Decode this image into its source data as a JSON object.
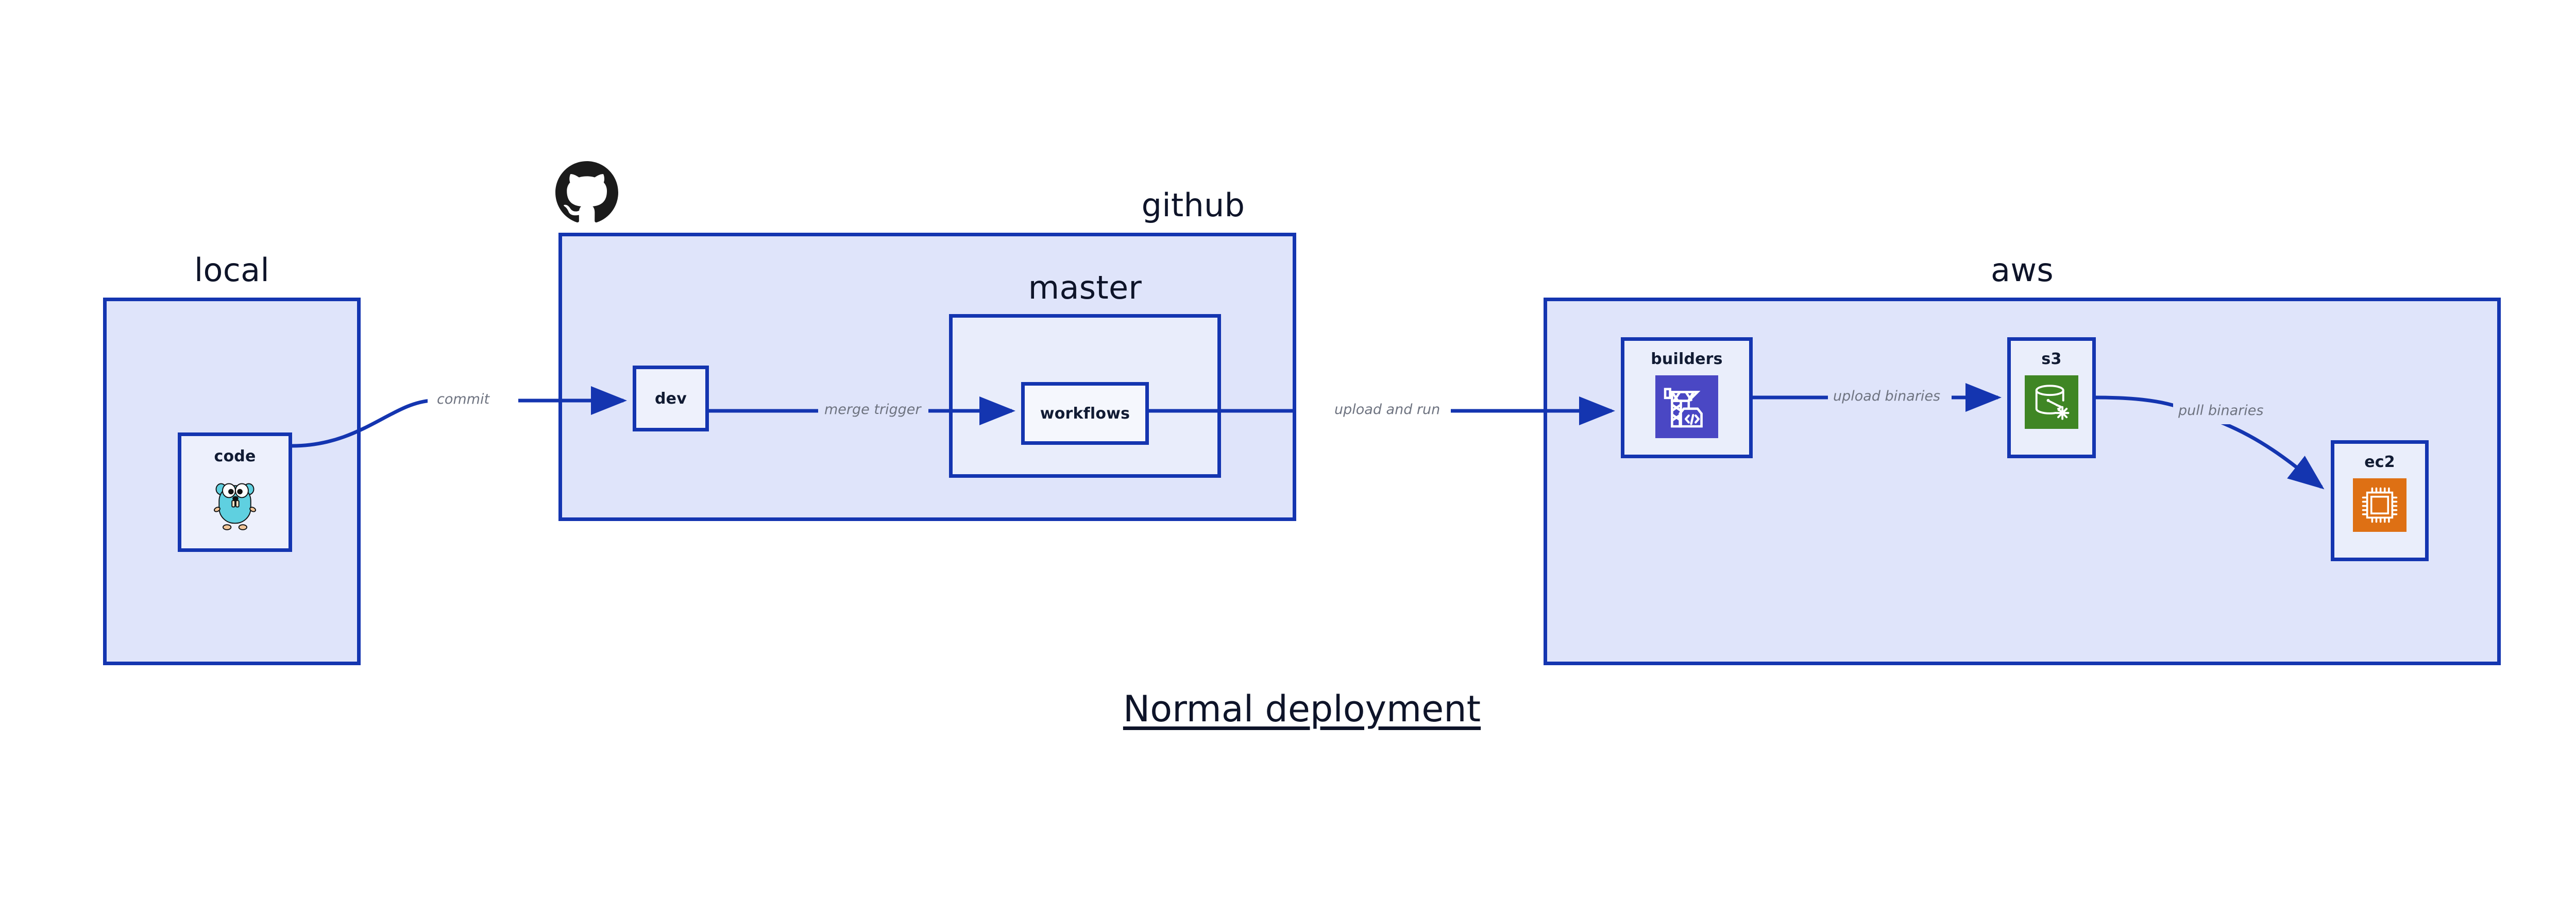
{
  "title": "Normal deployment",
  "colors": {
    "border": "#1435b0",
    "cluster_fill": "#dfe4fa",
    "inner_fill": "#e9edfb",
    "node_fill": "#eaeefb",
    "edge_label": "#6e7380",
    "node_label": "#111b33",
    "github_logo": "#1b1b1b",
    "gopher_cyan": "#5fd0e0",
    "codebuild_purple": "#4a47c4",
    "s3_green": "#3f8624",
    "ec2_orange": "#de7014"
  },
  "clusters": [
    {
      "id": "local",
      "label": "local"
    },
    {
      "id": "github",
      "label": "github"
    },
    {
      "id": "master",
      "label": "master"
    },
    {
      "id": "aws",
      "label": "aws"
    }
  ],
  "nodes": [
    {
      "id": "code",
      "label": "code",
      "icon": "go-gopher-icon"
    },
    {
      "id": "dev",
      "label": "dev",
      "icon": null
    },
    {
      "id": "workflows",
      "label": "workflows",
      "icon": null
    },
    {
      "id": "builders",
      "label": "builders",
      "icon": "aws-codebuild-icon"
    },
    {
      "id": "s3",
      "label": "s3",
      "icon": "aws-s3-bucket-icon"
    },
    {
      "id": "ec2",
      "label": "ec2",
      "icon": "aws-ec2-chip-icon"
    }
  ],
  "edges": [
    {
      "id": "code-dev",
      "from": "code",
      "to": "dev",
      "label": "commit"
    },
    {
      "id": "dev-workflows",
      "from": "dev",
      "to": "workflows",
      "label": "merge trigger"
    },
    {
      "id": "workflows-build",
      "from": "workflows",
      "to": "builders",
      "label": "upload and run"
    },
    {
      "id": "builders-s3",
      "from": "builders",
      "to": "s3",
      "label": "upload binaries"
    },
    {
      "id": "s3-ec2",
      "from": "s3",
      "to": "ec2",
      "label": "pull binaries"
    }
  ],
  "icons": {
    "github": "github-octocat-icon"
  }
}
